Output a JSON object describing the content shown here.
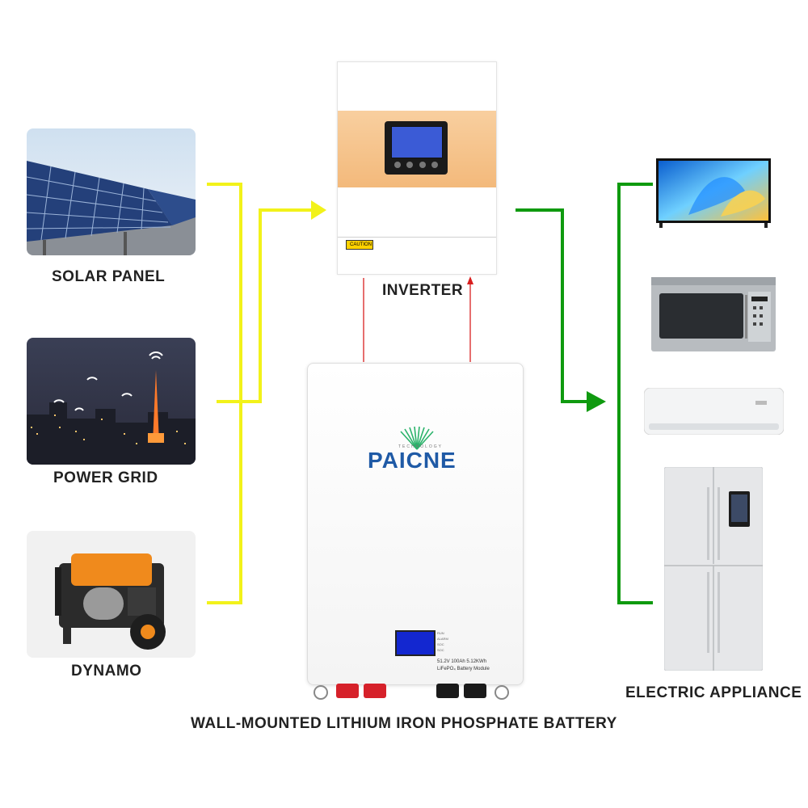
{
  "sources": {
    "solar_panel": "SOLAR PANEL",
    "power_grid": "POWER GRID",
    "dynamo": "DYNAMO"
  },
  "inverter": {
    "label": "INVERTER",
    "caution": "CAUTION"
  },
  "battery": {
    "brand_small": "TECHNOLOGY",
    "brand": "PAICNE",
    "spec_line1": "51.2V 100Ah 5.12KWh",
    "spec_line2": "LiFePO₄ Battery Module",
    "leds": [
      "RUN",
      "ALARM",
      "SOC",
      "SOC"
    ],
    "label": "WALL-MOUNTED LITHIUM IRON PHOSPHATE BATTERY"
  },
  "loads": {
    "label": "ELECTRIC APPLIANCE"
  },
  "colors": {
    "input_line": "#f2f21a",
    "output_line": "#0f9a0f",
    "battery_link": "#d81f1f",
    "inverter_accent": "#f6c28e",
    "brand_blue": "#1f5aa6",
    "brand_green": "#2bb36b"
  }
}
